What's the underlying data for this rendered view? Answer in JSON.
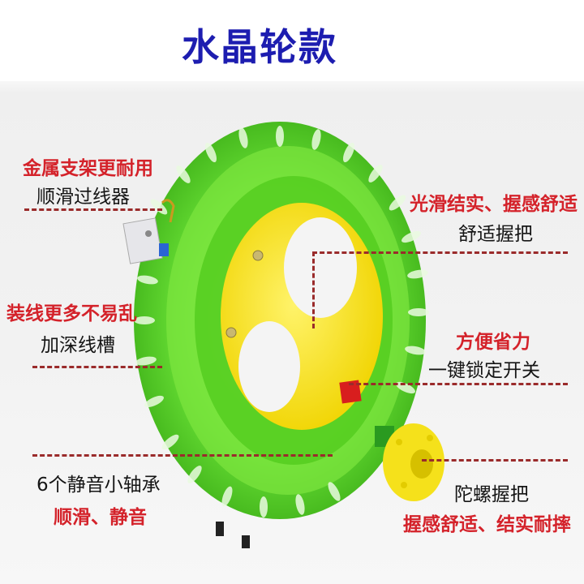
{
  "title": "水晶轮款",
  "colors": {
    "title": "#1d1db0",
    "accent": "#d4222a",
    "dash": "#9a2b2b",
    "reel_green": "#5fdc2a",
    "hub_yellow": "#f7e21a",
    "lock_red": "#d81e1e"
  },
  "product": {
    "name": "kite-reel",
    "parts": [
      "crystal-green-reel",
      "yellow-hub",
      "metal-line-guide",
      "red-lock-switch",
      "yellow-gyro-handle"
    ]
  },
  "annotations": {
    "line_guide": {
      "headline": "金属支架更耐用",
      "caption": "顺滑过线器"
    },
    "grip": {
      "headline": "光滑结实、握感舒适",
      "caption": "舒适握把"
    },
    "groove": {
      "headline": "装线更多不易乱",
      "caption": "加深线槽"
    },
    "lock": {
      "headline": "方便省力",
      "caption": "一键锁定开关"
    },
    "bearing": {
      "caption": "6个静音小轴承",
      "headline": "顺滑、静音"
    },
    "gyro_handle": {
      "caption": "陀螺握把",
      "headline": "握感舒适、结实耐摔"
    }
  }
}
